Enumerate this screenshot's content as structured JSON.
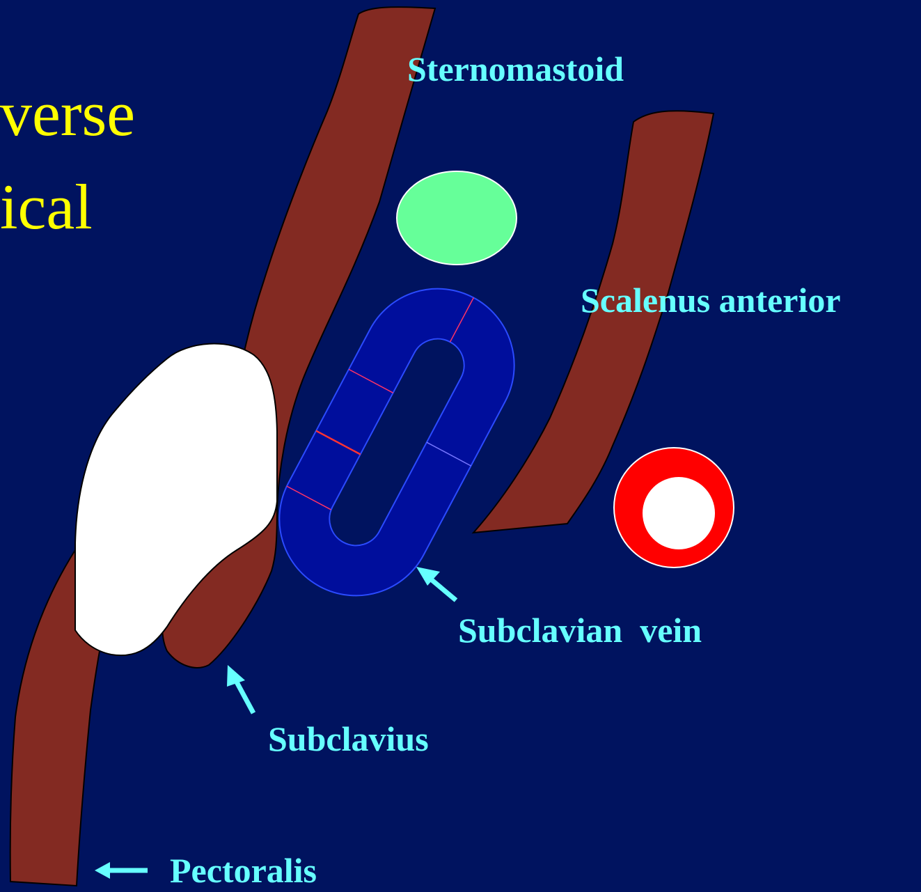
{
  "title": {
    "line1": "verse",
    "line2": "ical"
  },
  "labels": {
    "sternomastoid": "Sternomastoid",
    "scalenus_anterior": "Scalenus anterior",
    "subclavian_vein": "Subclavian  vein",
    "subclavius": "Subclavius",
    "pectoralis": "Pectoralis"
  },
  "colors": {
    "background": "#00135f",
    "muscle": "#832a22",
    "bone": "#ffffff",
    "nerve": "#66ff99",
    "vein": "#000e9c",
    "artery_wall": "#ff0000",
    "artery_lumen": "#ffffff",
    "label": "#66ffff",
    "title": "#ffff00"
  }
}
